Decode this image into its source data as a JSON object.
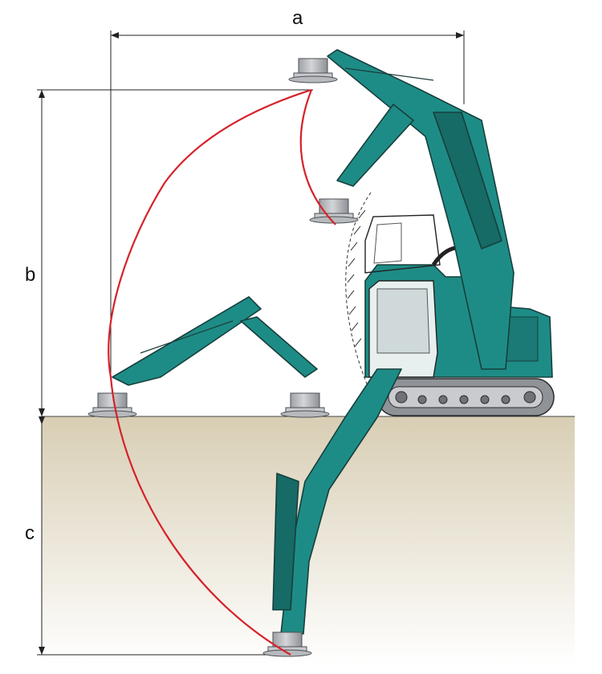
{
  "dimensions": {
    "a_label": "a",
    "b_label": "b",
    "c_label": "c"
  },
  "colors": {
    "machine_body": "#1e8c86",
    "machine_dark": "#166b66",
    "outline": "#163f3d",
    "track": "#8f9296",
    "ground_top": "#d8ceb4",
    "ground_bottom": "#ffffff",
    "reach_curve": "#d6222a",
    "attachment": "#b9bcc0"
  },
  "icons": {
    "machine": "excavator-icon",
    "attachment": "mulcher-head-icon"
  }
}
